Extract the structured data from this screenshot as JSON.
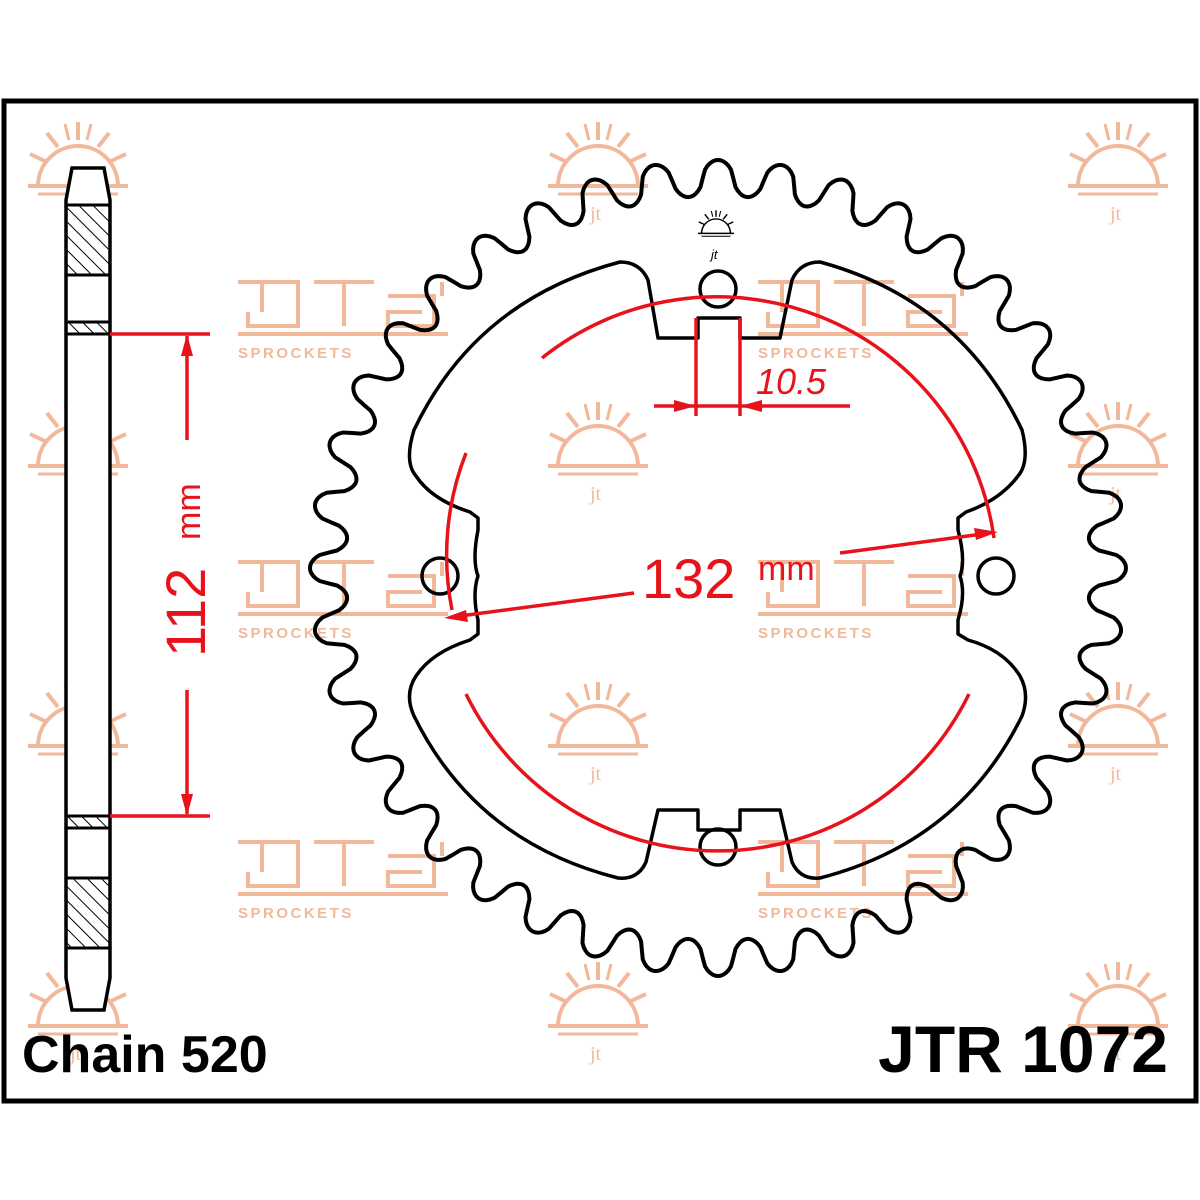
{
  "chain_label": "Chain 520",
  "part_number": "JTR 1072",
  "dimensions": {
    "bolt_circle_value": "132",
    "bolt_circle_unit": "mm",
    "hole_diameter": "10.5",
    "width_value": "112",
    "width_unit": "mm"
  },
  "watermark": {
    "brand": "SPROCKETS",
    "logo_text": "jt"
  },
  "sprocket": {
    "tooth_count": 40,
    "bolt_holes": 4
  },
  "colors": {
    "outline": "#000000",
    "dimension": "#e8121a",
    "watermark": "#f2b89a",
    "frame_border": "#000000"
  }
}
